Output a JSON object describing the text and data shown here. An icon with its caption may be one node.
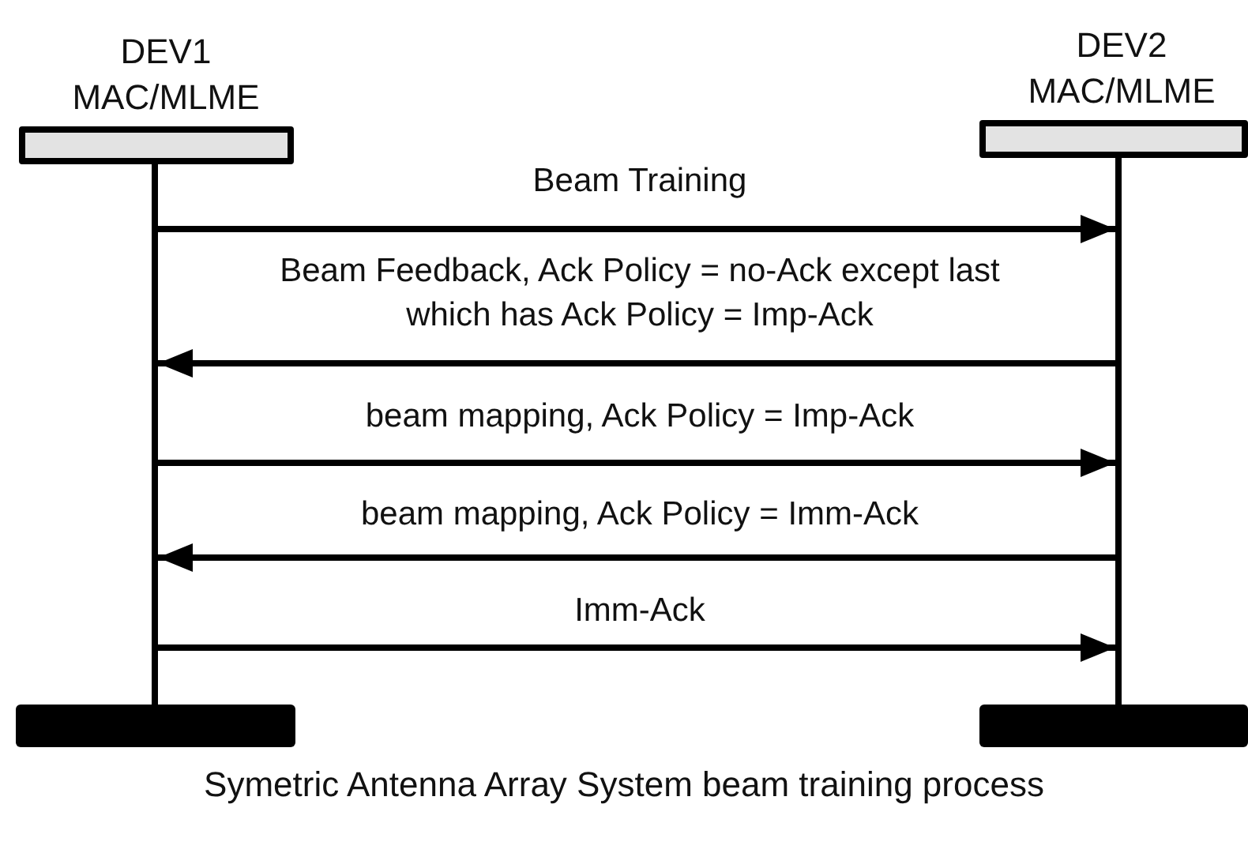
{
  "diagram": {
    "caption": "Symetric Antenna Array System beam training process",
    "nodes": [
      {
        "text": [
          "DEV1 MAC/MLME"
        ]
      },
      {
        "text": [
          "DEV2 MAC/MLME"
        ]
      },
      {
        "text": [],
        "shape": "bar"
      },
      {
        "text": [],
        "shape": "bar"
      },
      {
        "text": [],
        "shape": "bar"
      },
      {
        "text": [],
        "shape": "bar"
      }
    ],
    "edges": [
      {
        "from": 2,
        "to": 3,
        "arrow": "to",
        "label": "Beam Training"
      },
      {
        "from": 3,
        "to": 2,
        "arrow": "to",
        "label": "Beam Feedback, Ack Policy = no-Ack except last which has Ack Policy = Imp-Ack"
      },
      {
        "from": 2,
        "to": 3,
        "arrow": "to",
        "label": "beam mapping, Ack Policy = Imp-Ack"
      },
      {
        "from": 3,
        "to": 2,
        "arrow": "to",
        "label": "beam mapping, Ack Policy = Imm-Ack"
      },
      {
        "from": 2,
        "to": 3,
        "arrow": "to",
        "label": "Imm-Ack"
      }
    ]
  }
}
